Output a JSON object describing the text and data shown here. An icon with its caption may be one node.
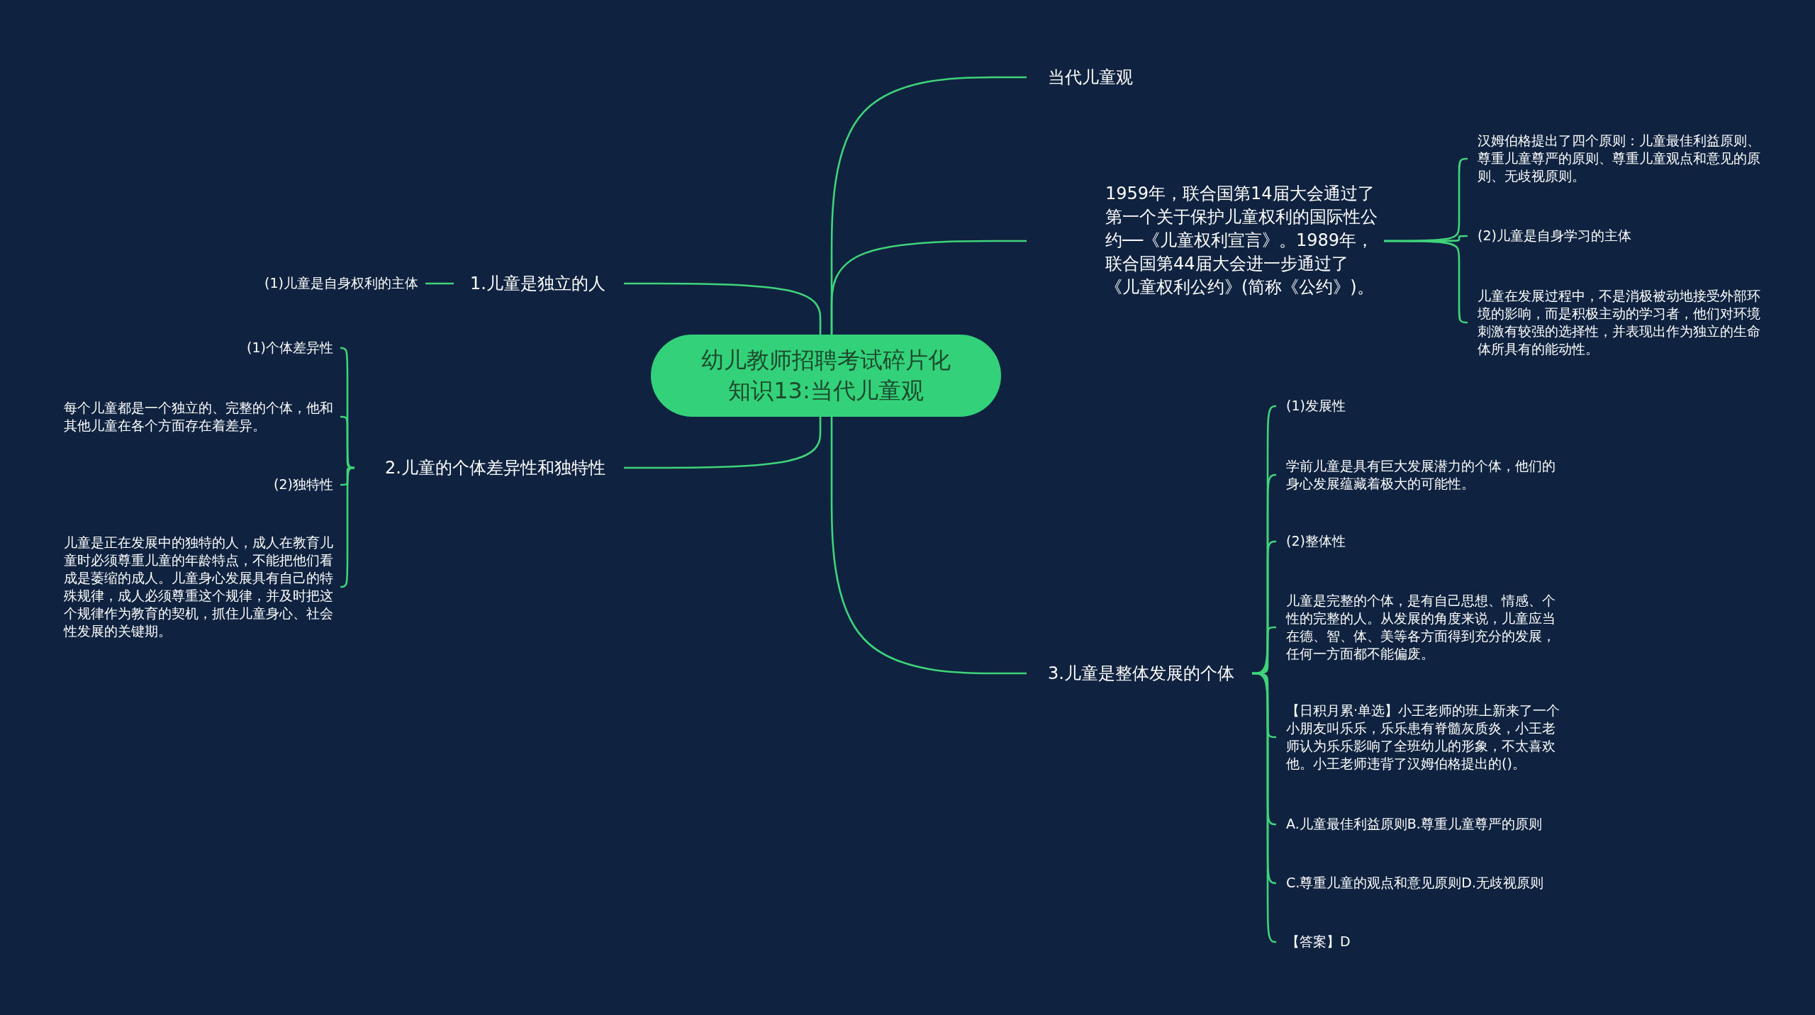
{
  "diagram": {
    "nodes": [
      {
        "text": [
          "幼儿教师招聘考试碎片化知识13:当代儿童观"
        ]
      },
      {
        "text": [
          "当代儿童观"
        ]
      },
      {
        "text": [
          "1959年，联合国第14届大会通过了第一个关于保护儿童权利的国际性公约──《儿童权利宣言》。1989年，联合国第44届大会进一步通过了《儿童权利公约》(简称《公约》)。"
        ]
      },
      {
        "text": [
          "汉姆伯格提出了四个原则：儿童最佳利益原则、尊重儿童尊严的原则、尊重儿童观点和意见的原则、无歧视原则。"
        ]
      },
      {
        "text": [
          "(2)儿童是自身学习的主体"
        ]
      },
      {
        "text": [
          "儿童在发展过程中，不是消极被动地接受外部环境的影响，而是积极主动的学习者，他们对环境刺激有较强的选择性，并表现出作为独立的生命体所具有的能动性。"
        ]
      },
      {
        "text": [
          "1.儿童是独立的人"
        ]
      },
      {
        "text": [
          "(1)儿童是自身权利的主体"
        ]
      },
      {
        "text": [
          "2.儿童的个体差异性和独特性"
        ]
      },
      {
        "text": [
          "(1)个体差异性"
        ]
      },
      {
        "text": [
          "每个儿童都是一个独立的、完整的个体，他和其他儿童在各个方面存在着差异。"
        ]
      },
      {
        "text": [
          "(2)独特性"
        ]
      },
      {
        "text": [
          "儿童是正在发展中的独特的人，成人在教育儿童时必须尊重儿童的年龄特点，不能把他们看成是萎缩的成人。儿童身心发展具有自己的特殊规律，成人必须尊重这个规律，并及时把这个规律作为教育的契机，抓住儿童身心、社会性发展的关键期。"
        ]
      },
      {
        "text": [
          "3.儿童是整体发展的个体"
        ]
      },
      {
        "text": [
          "(1)发展性"
        ]
      },
      {
        "text": [
          "学前儿童是具有巨大发展潜力的个体，他们的身心发展蕴藏着极大的可能性。"
        ]
      },
      {
        "text": [
          "(2)整体性"
        ]
      },
      {
        "text": [
          "儿童是完整的个体，是有自己思想、情感、个性的完整的人。从发展的角度来说，儿童应当在德、智、体、美等各方面得到充分的发展，任何一方面都不能偏废。"
        ]
      },
      {
        "text": [
          "【日积月累·单选】小王老师的班上新来了一个小朋友叫乐乐，乐乐患有脊髓灰质炎，小王老师认为乐乐影响了全班幼儿的形象，不太喜欢他。小王老师违背了汉姆伯格提出的()。"
        ]
      },
      {
        "text": [
          "A.儿童最佳利益原则B.尊重儿童尊严的原则"
        ]
      },
      {
        "text": [
          "C.尊重儿童的观点和意见原则D.无歧视原则"
        ]
      },
      {
        "text": [
          "【答案】D"
        ]
      }
    ],
    "edges": [
      {
        "from": 0,
        "to": 1,
        "arrow": "none"
      },
      {
        "from": 0,
        "to": 2,
        "arrow": "none"
      },
      {
        "from": 2,
        "to": 3,
        "arrow": "none"
      },
      {
        "from": 2,
        "to": 4,
        "arrow": "none"
      },
      {
        "from": 2,
        "to": 5,
        "arrow": "none"
      },
      {
        "from": 0,
        "to": 6,
        "arrow": "none"
      },
      {
        "from": 6,
        "to": 7,
        "arrow": "none"
      },
      {
        "from": 0,
        "to": 8,
        "arrow": "none"
      },
      {
        "from": 8,
        "to": 9,
        "arrow": "none"
      },
      {
        "from": 8,
        "to": 10,
        "arrow": "none"
      },
      {
        "from": 8,
        "to": 11,
        "arrow": "none"
      },
      {
        "from": 8,
        "to": 12,
        "arrow": "none"
      },
      {
        "from": 0,
        "to": 13,
        "arrow": "none"
      },
      {
        "from": 13,
        "to": 14,
        "arrow": "none"
      },
      {
        "from": 13,
        "to": 15,
        "arrow": "none"
      },
      {
        "from": 13,
        "to": 16,
        "arrow": "none"
      },
      {
        "from": 13,
        "to": 17,
        "arrow": "none"
      },
      {
        "from": 13,
        "to": 18,
        "arrow": "none"
      },
      {
        "from": 13,
        "to": 19,
        "arrow": "none"
      },
      {
        "from": 13,
        "to": 20,
        "arrow": "none"
      },
      {
        "from": 13,
        "to": 21,
        "arrow": "none"
      }
    ]
  }
}
